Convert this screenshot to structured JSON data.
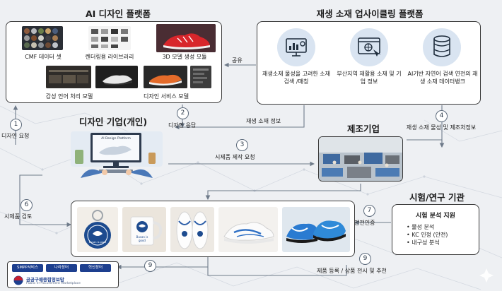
{
  "titles": {
    "ai_platform": "AI 디자인 플랫폼",
    "recycle_platform": "재생 소재 업사이클링 플랫폼",
    "design_company": "디자인 기업(개인)",
    "manufacturer": "제조기업",
    "test_lab": "시험/연구 기관"
  },
  "ai_platform_items": [
    {
      "label": "CMF 데이터 셋"
    },
    {
      "label": "렌더링용 라이브러리"
    },
    {
      "label": "3D 모델 생성 모듈"
    },
    {
      "label": "감성 언어 처리 모델"
    },
    {
      "label": "디자인 서비스 모델"
    }
  ],
  "recycle_items": [
    {
      "label": "재생소재 물성을 고려한 소재 검색 /매칭",
      "icon": "dashboard-chart-icon"
    },
    {
      "label": "부산지역 재활용 소재 및 기업 정보",
      "icon": "web-search-icon"
    },
    {
      "label": "AI기반 자연어 검색 연전의 재생 소재 데이터뱅크",
      "icon": "database-icon"
    }
  ],
  "design_screen": {
    "text": "AI Design Platform"
  },
  "steps": [
    {
      "num": "1",
      "label": "디자인 요청"
    },
    {
      "num": "2",
      "label": "디자인 응답"
    },
    {
      "num": "3",
      "label": "시제품 제작 요청"
    },
    {
      "num": "4",
      "label": "재생 소재 물성 및 제조처정보"
    },
    {
      "num": "6",
      "label": "시제품 검토"
    },
    {
      "num": "7",
      "label": "안전인증"
    },
    {
      "num": "9",
      "label": "제품 등록 / 상품 전시 및 추천"
    },
    {
      "num": "9",
      "label": ""
    }
  ],
  "flows": {
    "share": "공유",
    "recycle_info": "재생 소재 정보"
  },
  "test_lab": {
    "heading": "시험 분석 지원",
    "items": [
      "물성 분석",
      "KC 인정 (안전)",
      "내구성 분석"
    ]
  },
  "products": [
    {
      "name": "keyring",
      "text": "Busan is good"
    },
    {
      "name": "mug",
      "text": "Busan is good"
    },
    {
      "name": "slippers",
      "text": ""
    },
    {
      "name": "sneaker",
      "text": ""
    },
    {
      "name": "aqua-shoes",
      "text": ""
    }
  ],
  "logo": {
    "tabs": [
      "SMPP서비스",
      "나라장터",
      "혁신장터"
    ],
    "name": "공공구매종합정보망",
    "sub": "Public e-Procurement Marketplace"
  },
  "colors": {
    "arrow": "#6f7b8a",
    "step_border": "#5c6a7b",
    "icon_bg": "#d9e4f1",
    "logo_blue": "#1d3f8f"
  }
}
